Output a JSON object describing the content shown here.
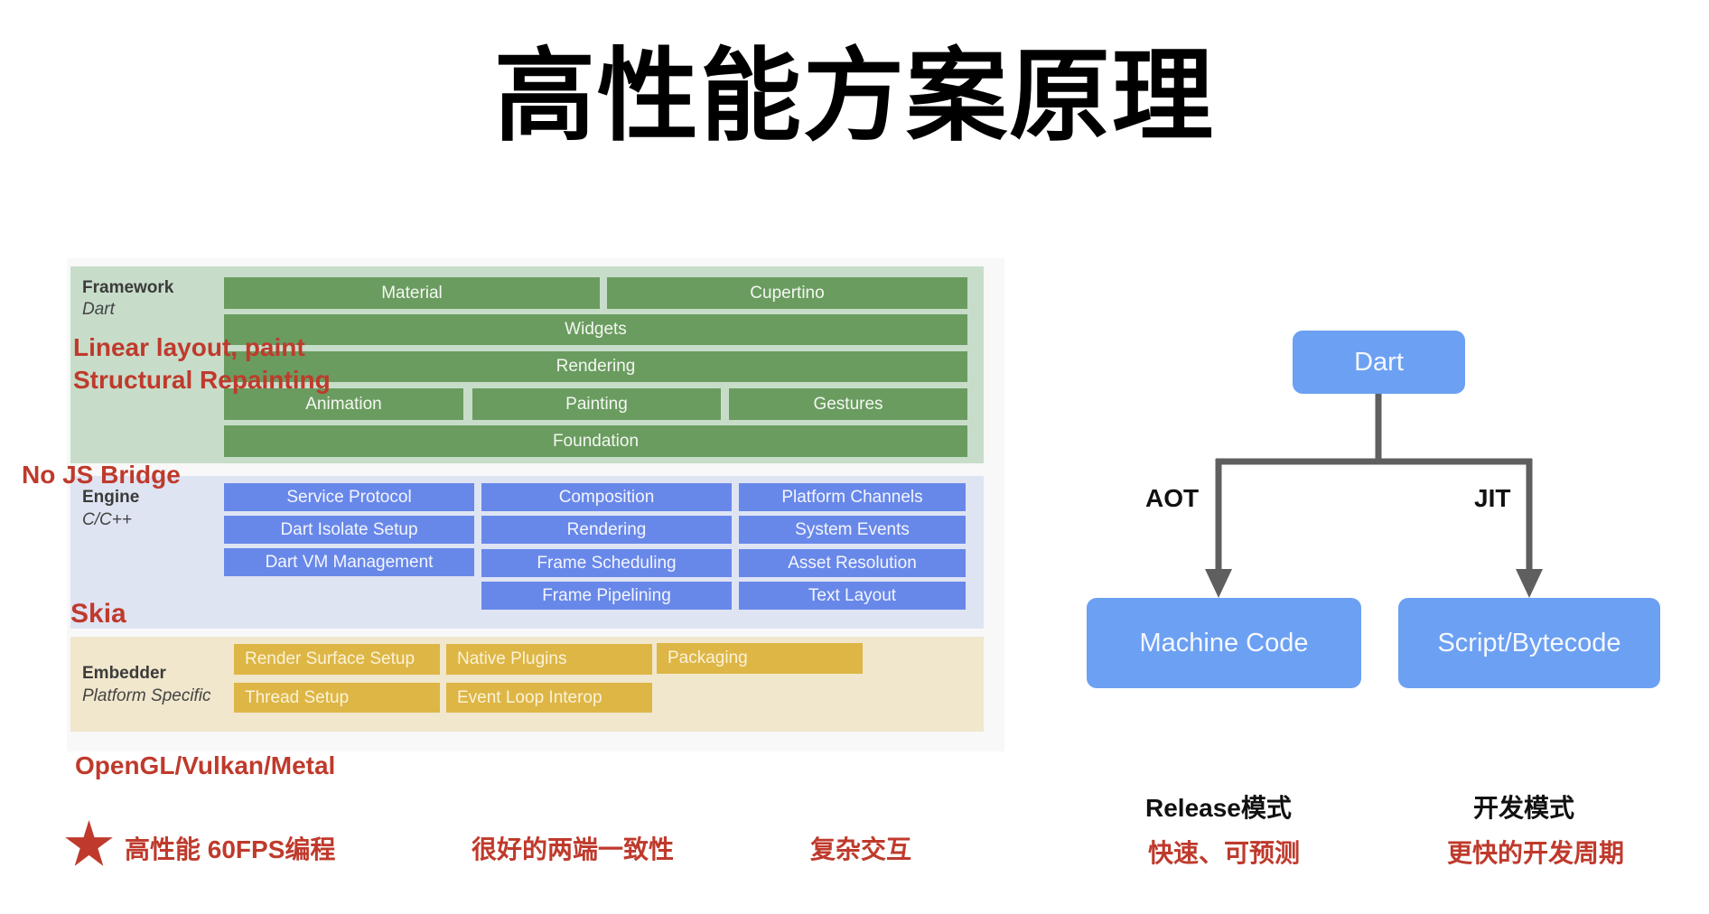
{
  "title": "高性能方案原理",
  "architecture": {
    "framework": {
      "name": "Framework",
      "lang": "Dart",
      "rows": [
        [
          "Material",
          "Cupertino"
        ],
        [
          "Widgets"
        ],
        [
          "Rendering"
        ],
        [
          "Animation",
          "Painting",
          "Gestures"
        ],
        [
          "Foundation"
        ]
      ],
      "color": "#6a9c5f"
    },
    "engine": {
      "name": "Engine",
      "lang": "C/C++",
      "columns": [
        [
          "Service Protocol",
          "Dart Isolate Setup",
          "Dart VM Management"
        ],
        [
          "Composition",
          "Rendering",
          "Frame Scheduling",
          "Frame Pipelining"
        ],
        [
          "Platform Channels",
          "System Events",
          "Asset Resolution",
          "Text Layout"
        ]
      ],
      "color": "#6888e9"
    },
    "embedder": {
      "name": "Embedder",
      "lang": "Platform Specific",
      "rows": [
        [
          "Render Surface Setup",
          "Native Plugins",
          "Packaging"
        ],
        [
          "Thread Setup",
          "Event Loop Interop"
        ]
      ],
      "color": "#ddb645"
    }
  },
  "annotations": {
    "linear_layout": "Linear layout, paint",
    "structural_repainting": "Structural Repainting",
    "no_js_bridge": "No JS Bridge",
    "skia": "Skia",
    "graphics_apis": "OpenGL/Vulkan/Metal"
  },
  "benefits": [
    {
      "icon": "star-icon",
      "text": "高性能 60FPS编程"
    },
    {
      "text": "很好的两端一致性"
    },
    {
      "text": "复杂交互"
    }
  ],
  "compile_diagram": {
    "root": "Dart",
    "branches": [
      {
        "edge_label": "AOT",
        "target": "Machine Code",
        "mode": "Release模式",
        "desc": "快速、可预测"
      },
      {
        "edge_label": "JIT",
        "target": "Script/Bytecode",
        "mode": "开发模式",
        "desc": "更快的开发周期"
      }
    ],
    "node_color": "#6ca0f2",
    "edge_color": "#5f5f5f"
  },
  "accent_red": "#bf3a2c"
}
